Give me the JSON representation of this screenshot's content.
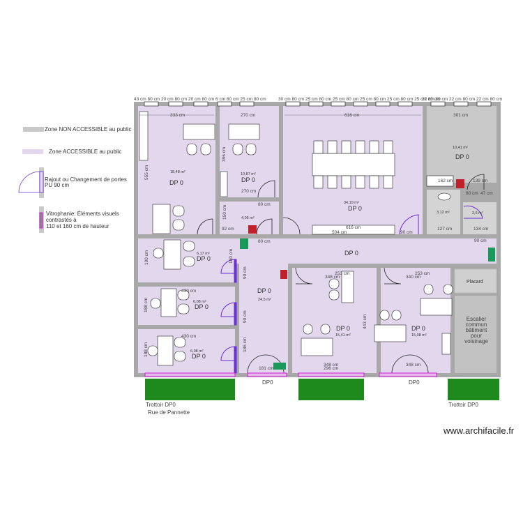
{
  "colors": {
    "wall": "#a8a8a8",
    "accessible": "#e3d7ee",
    "non_accessible": "#c9c9c9",
    "door_new": "#6a2fd6",
    "vitrophanie": "#d21ad8",
    "grass": "#1e8a1e",
    "exit_sign": "#1a9a5a",
    "extinguisher": "#c0202a"
  },
  "legend": {
    "non_accessible": "Zone NON ACCESSIBLE au public",
    "accessible": "Zone ACCESSIBLE au public",
    "door_line1": "Rajout ou Changement de portes",
    "door_line2": "PU 90 cm",
    "vitro_line1": "Vitrophanie: Éléments visuels",
    "vitro_line2": "contrastés à",
    "vitro_line3": "110 et 160 cm de hauteur"
  },
  "rooms": [
    {
      "label": "DP 0",
      "area": "18,48 m²"
    },
    {
      "label": "DP 0",
      "area": "10,87 m²"
    },
    {
      "label": "",
      "area": "4,05 m²"
    },
    {
      "label": "DP 0",
      "area": "34,19 m²"
    },
    {
      "label": "DP 0",
      "area": "10,41 m²"
    },
    {
      "label": "",
      "area": "3,12 m²"
    },
    {
      "label": "",
      "area": "2,6 m²"
    },
    {
      "label": "DP 0",
      "area": ""
    },
    {
      "label": "DP 0",
      "area": "6,17 m²"
    },
    {
      "label": "DP 0",
      "area": "6,08 m²"
    },
    {
      "label": "DP 0",
      "area": "6,08 m²"
    },
    {
      "label": "DP 0",
      "area": "24,5 m²"
    },
    {
      "label": "DP 0",
      "area": "15,41 m²"
    },
    {
      "label": "DP 0",
      "area": "15,08 m²"
    }
  ],
  "placard": "Placard",
  "stair": [
    "Escalier",
    "commun",
    "bâtiment",
    "pour",
    "voisinage"
  ],
  "top_windows": {
    "left": "43 cm 80 cm 20 cm 80 cm 20 cm 80 cm 6 cm 80 cm 25 cm 80 cm",
    "middle": "30 cm 80 cm 25 cm 80 cm 25 cm 80 cm 25 cm 80 cm 25 cm 80 cm 25 cm 80 cm",
    "right": "22 cm 80 cm 22 cm 80 cm 22 cm 80 cm"
  },
  "dims": [
    "333 cm",
    "270 cm",
    "616 cm",
    "301 cm",
    "555 cm",
    "396 cm",
    "270 cm",
    "150 cm",
    "80 cm",
    "92 cm",
    "80 cm",
    "504 cm",
    "616 cm",
    "90 cm",
    "139 cm",
    "162 cm",
    "80 cm",
    "47 cm",
    "127 cm",
    "134 cm",
    "90 cm",
    "190 cm",
    "430 cm",
    "188 cm",
    "430 cm",
    "188 cm",
    "253 cm",
    "348 cm",
    "253 cm",
    "340 cm",
    "443 cm",
    "348 cm",
    "296 cm",
    "348 cm",
    "181 cm",
    "90 cm",
    "90 cm",
    "180 cm",
    "186 cm"
  ],
  "outside": {
    "sidewalk_left": "Trottoir DP0",
    "sidewalk_right": "Trottoir DP0",
    "street": "Rue de Pannette",
    "entrance_left": "DP0",
    "entrance_right": "DP0"
  },
  "watermark": "www.archifacile.fr"
}
